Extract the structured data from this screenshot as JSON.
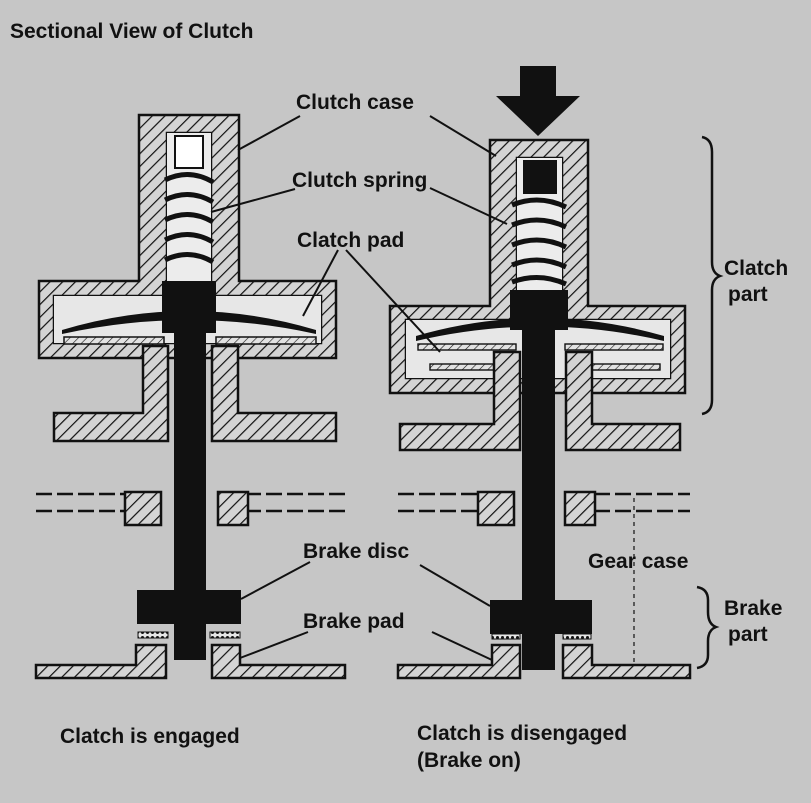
{
  "title": "Sectional View of Clutch",
  "labels": {
    "clutch_case": "Clutch case",
    "clutch_spring": "Clutch spring",
    "clatch_pad": "Clatch pad",
    "brake_disc": "Brake disc",
    "brake_pad": "Brake pad",
    "gear_case": "Gear case",
    "clatch_part_line1": "Clatch",
    "clatch_part_line2": "part",
    "brake_part_line1": "Brake",
    "brake_part_line2": "part"
  },
  "captions": {
    "engaged": "Clatch is engaged",
    "disengaged_line1": "Clatch is disengaged",
    "disengaged_line2": "(Brake on)"
  },
  "colors": {
    "background": "#c6c6c6",
    "ink": "#111111",
    "hatch_fill": "#d2d2d2"
  }
}
